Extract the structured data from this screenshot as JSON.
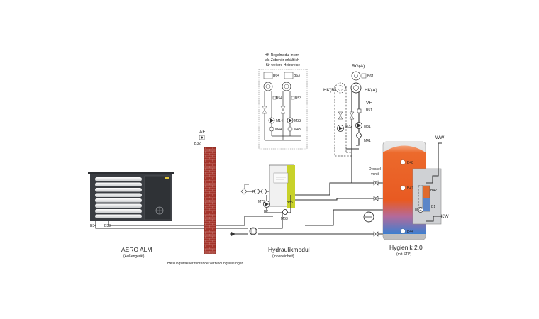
{
  "labels": {
    "outdoor_unit_name": "AERO ALM",
    "outdoor_unit_sub": "(Außengerät)",
    "pipes_note": "Heizungswasser führende Verbindungsleitungen",
    "hydraulic_name": "Hydraulikmodul",
    "hydraulic_sub": "(Inneneinheit)",
    "tank_name": "Hygienik 2.0",
    "tank_sub": "(mit STP)",
    "module_note_1": "HK-Regelmodul intern",
    "module_note_2": "als Zubehör erhältlich",
    "module_note_3": "für weitere Heizkreise",
    "af": "AF",
    "b32": "B32",
    "b34": "B34",
    "b33": "B33",
    "rg_a": "RG(A)",
    "b61": "B61",
    "hk_b": "HK(B)",
    "hk_a": "HK(A)",
    "vf": "VF",
    "b51": "B51",
    "m32": "M32",
    "m31": "M31",
    "m41": "M41",
    "b64": "B64",
    "b63": "B63",
    "b54": "B54",
    "b53": "B53",
    "m14": "M14",
    "m33": "M33",
    "m44": "M44",
    "m43": "M43",
    "ww": "WW",
    "kw": "KW",
    "drossel_1": "Drossel-",
    "drossel_2": "ventil",
    "b48": "B48",
    "b41": "B41",
    "b44": "B44",
    "b42": "B42",
    "b1": "B1",
    "m22": "M22",
    "m73": "M73",
    "b2": "B2",
    "m63": "M63",
    "b85": "B85",
    "p": "P"
  },
  "colors": {
    "tank_orange": "#ec6a2c",
    "tank_blue": "#3d7fd0",
    "wall_brick": "#a5352c",
    "outdoor_dark": "#3a3d42",
    "module_green": "#c8d22a"
  }
}
